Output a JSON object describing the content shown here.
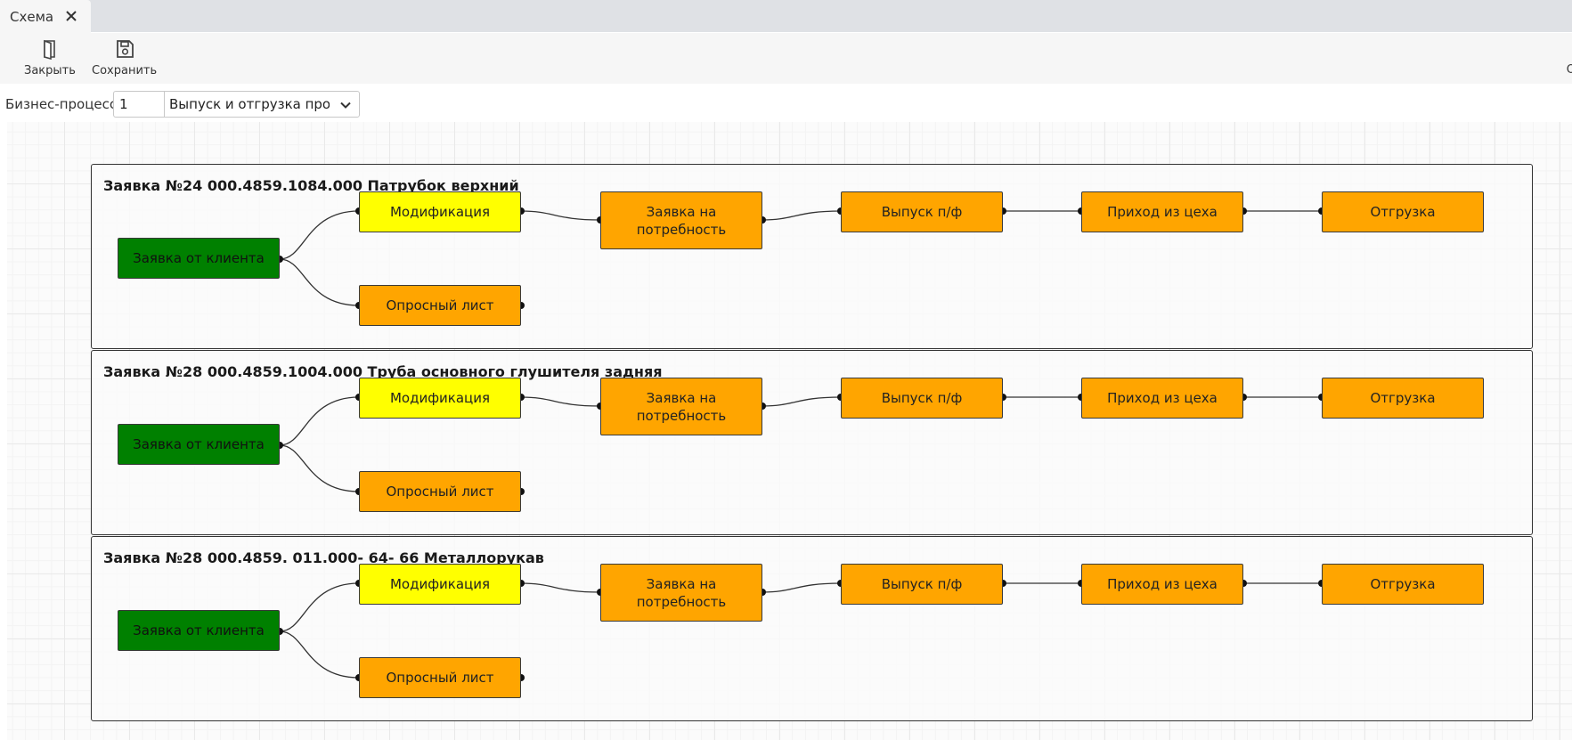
{
  "tab": {
    "label": "Схема"
  },
  "toolbar": {
    "close_label": "Закрыть",
    "save_label": "Сохранить",
    "right_label": "О"
  },
  "process": {
    "label": "Бизнес-процесс",
    "number": "1",
    "selected": "Выпуск и отгрузка продукции"
  },
  "colors": {
    "client": "#008000",
    "modification": "#ffff00",
    "stage": "#ffa500"
  },
  "groups": [
    {
      "title": "Заявка №24 000.4859.1084.000 Патрубок верхний",
      "nodes": {
        "client": "Заявка от клиента",
        "modification": "Модификация",
        "survey": "Опросный лист",
        "need": "Заявка на потребность",
        "release": "Выпуск п/ф",
        "arrival": "Приход из цеха",
        "shipment": "Отгрузка"
      }
    },
    {
      "title": "Заявка №28 000.4859.1004.000 Труба основного глушителя задняя",
      "nodes": {
        "client": "Заявка от клиента",
        "modification": "Модификация",
        "survey": "Опросный лист",
        "need": "Заявка на потребность",
        "release": "Выпуск п/ф",
        "arrival": "Приход из цеха",
        "shipment": "Отгрузка"
      }
    },
    {
      "title": "Заявка №28 000.4859. 011.000- 64- 66 Металлорукав",
      "nodes": {
        "client": "Заявка от клиента",
        "modification": "Модификация",
        "survey": "Опросный лист",
        "need": "Заявка на потребность",
        "release": "Выпуск п/ф",
        "arrival": "Приход из цеха",
        "shipment": "Отгрузка"
      }
    }
  ]
}
